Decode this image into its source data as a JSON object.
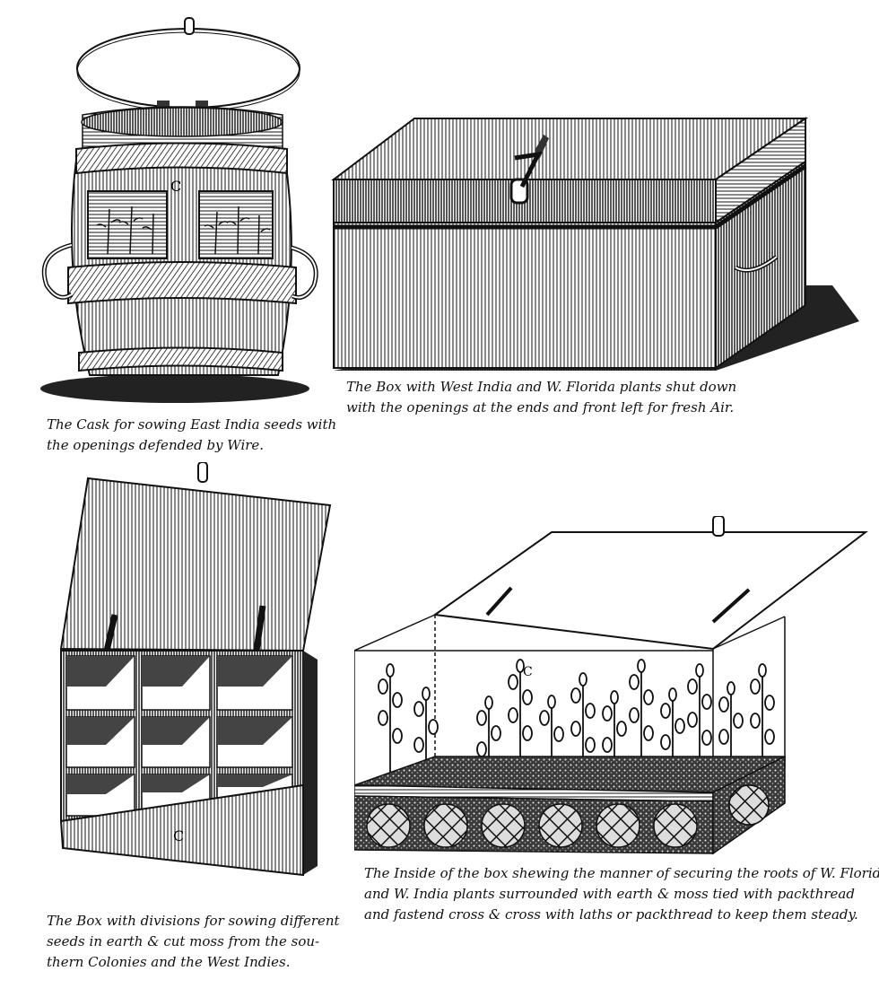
{
  "plate": {
    "colors": {
      "ink": "#111111",
      "paper": "#ffffff"
    },
    "figures": [
      {
        "id": "cask",
        "caption_lines": [
          "The Cask for sowing East India seeds with",
          "the openings defended by Wire."
        ]
      },
      {
        "id": "closed-box",
        "caption_lines": [
          "The Box with West India and W. Florida plants shut down",
          "with the openings at the ends and front left for fresh Air."
        ]
      },
      {
        "id": "divided-box",
        "caption_lines": [
          "The Box with divisions for sowing different",
          "seeds in earth & cut moss from the sou-",
          "thern Colonies and the West Indies."
        ]
      },
      {
        "id": "inside-box",
        "caption_lines": [
          "The Inside of the box shewing the manner of securing the roots of W. Florida",
          "and W. India plants surrounded with earth & moss tied with packthread",
          "and fastend cross & cross with laths or packthread to keep them steady."
        ]
      }
    ]
  }
}
